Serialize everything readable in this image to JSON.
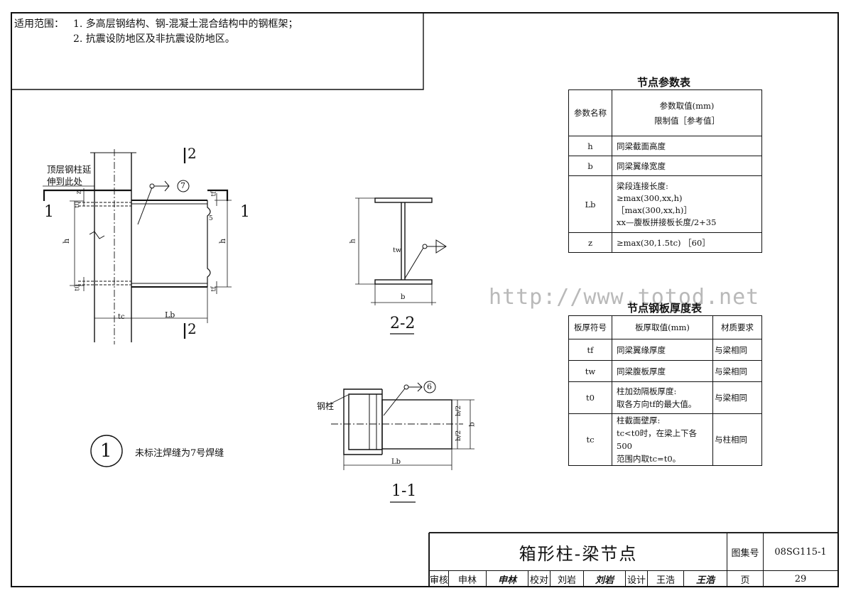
{
  "scope": {
    "label": "适用范围：",
    "line1": "1. 多高层钢结构、钢-混凝土混合结构中的钢框架；",
    "line2": "2. 抗震设防地区及非抗震设防地区。"
  },
  "elevation": {
    "column_note_line1": "顶层钢柱延",
    "column_note_line2": "伸到此处",
    "section_mark_top": "2",
    "section_mark_bottom": "2",
    "section_mark_left": "1",
    "section_mark_right": "1",
    "weld_symbol": "7",
    "labels": {
      "z": "z",
      "t0_top": "t0",
      "t0_bottom": "t0",
      "tf_top": "tf",
      "tf_bottom": "tf",
      "h_left": "h",
      "h_right": "h",
      "r": "5",
      "tc": "tc",
      "lb": "Lb"
    }
  },
  "section_22": {
    "title": "2-2",
    "h": "h",
    "tw": "tw",
    "b": "b"
  },
  "section_11": {
    "title": "1-1",
    "column": "钢柱",
    "weld_symbol": "6",
    "half_b_top": "b/2",
    "half_b_bottom": "b/2",
    "b": "b",
    "lb": "Lb"
  },
  "detail_note": {
    "number": "1",
    "text": "未标注焊缝为7号焊缝"
  },
  "watermark": "http://www.totod.net",
  "param_table": {
    "title": "节点参数表",
    "header": {
      "name": "参数名称",
      "value_line1": "参数取值(mm)",
      "value_line2": "限制值［参考值］"
    },
    "rows": [
      {
        "name": "h",
        "lines": [
          "同梁截面高度"
        ]
      },
      {
        "name": "b",
        "lines": [
          "同梁翼缘宽度"
        ]
      },
      {
        "name": "Lb",
        "lines": [
          "梁段连接长度:",
          "≥max(300,xx,h)",
          "［max(300,xx,h)］",
          "xx—腹板拼接板长度/2+35"
        ]
      },
      {
        "name": "z",
        "lines": [
          "≥max(30,1.5tc) ［60］"
        ]
      }
    ]
  },
  "plate_table": {
    "title": "节点钢板厚度表",
    "header": {
      "symbol": "板厚符号",
      "value": "板厚取值(mm)",
      "material": "材质要求"
    },
    "rows": [
      {
        "symbol": "tf",
        "lines": [
          "同梁翼缘厚度"
        ],
        "material": "与梁相同"
      },
      {
        "symbol": "tw",
        "lines": [
          "同梁腹板厚度"
        ],
        "material": "与梁相同"
      },
      {
        "symbol": "t0",
        "lines": [
          "柱加劲隔板厚度:",
          "取各方向tf的最大值。"
        ],
        "material": "与梁相同"
      },
      {
        "symbol": "tc",
        "lines": [
          "柱截面壁厚:",
          "tc<t0时，在梁上下各500",
          "范围内取tc=t0。"
        ],
        "material": "与柱相同"
      }
    ]
  },
  "title_block": {
    "title": "箱形柱-梁节点",
    "atlas_label": "图集号",
    "atlas_no": "08SG115-1",
    "review_label": "审核",
    "reviewer": "申林",
    "reviewer_sign": "申林",
    "check_label": "校对",
    "checker": "刘岩",
    "checker_sign": "刘岩",
    "design_label": "设计",
    "designer": "王浩",
    "designer_sign": "王浩",
    "page_label": "页",
    "page_no": "29"
  }
}
